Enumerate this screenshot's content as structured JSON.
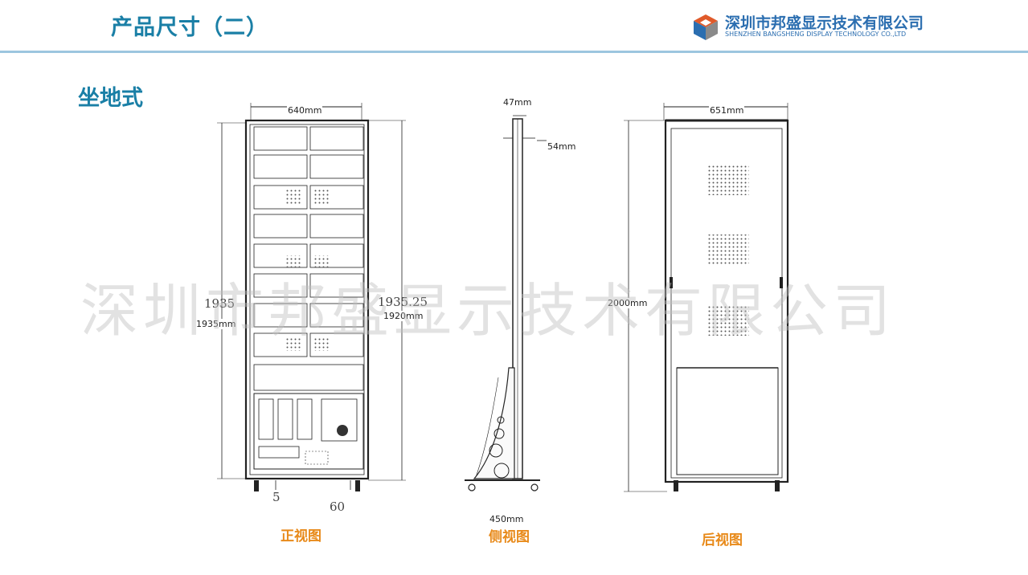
{
  "header": {
    "title": "产品尺寸（二）"
  },
  "logo": {
    "name_cn": "深圳市邦盛显示技术有限公司",
    "name_en": "SHENZHEN BANGSHENG DISPLAY TECHNOLOGY CO.,LTD"
  },
  "section": {
    "title": "坐地式"
  },
  "front_view": {
    "caption": "正视图",
    "width_label": "640mm",
    "height_label_large": "1935",
    "height_label_small": "1935mm",
    "right_label_large": "1935.25",
    "right_label_small": "1920mm",
    "bottom_label_a": "5",
    "bottom_label_b": "60"
  },
  "side_view": {
    "caption": "侧视图",
    "top_label": "47mm",
    "depth_label": "54mm",
    "base_label": "450mm"
  },
  "rear_view": {
    "caption": "后视图",
    "width_label": "651mm",
    "height_label": "2000mm"
  },
  "watermark": "深圳市邦盛显示技术有限公司",
  "colors": {
    "title": "#1a7fa6",
    "caption": "#e88a1a",
    "logo": "#2b6eb0",
    "rule": "#9cc6df"
  }
}
